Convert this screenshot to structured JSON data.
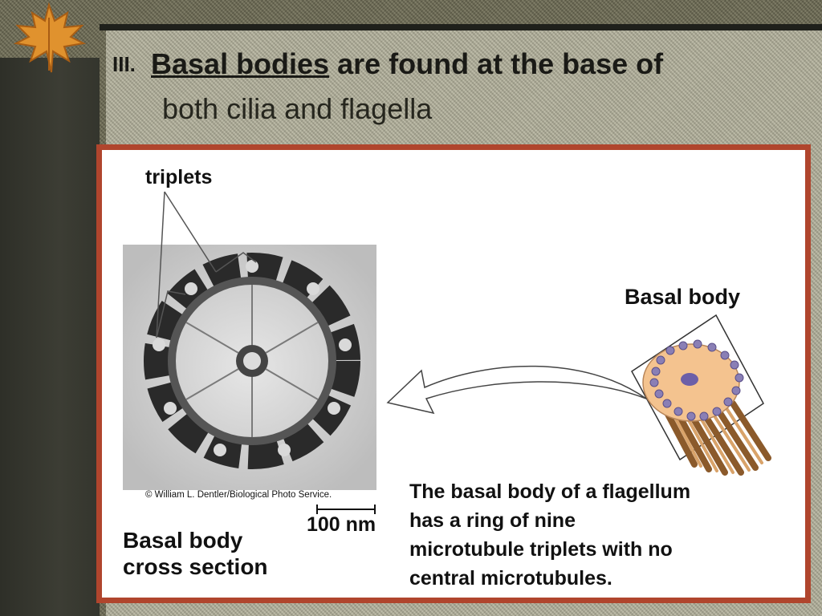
{
  "slide": {
    "bullet": "III.",
    "title_highlight": "Basal bodies",
    "title_rest": " are found at the base of",
    "title_line2": "both cilia and flagella"
  },
  "figure": {
    "label_triplets": "triplets",
    "label_basal_body": "Basal body",
    "photo_credit": "© William L. Dentler/Biological Photo Service.",
    "scale_bar": "100 nm",
    "caption_cross_section": [
      "Basal body",
      "cross section"
    ],
    "description": [
      "The basal body of a flagellum",
      "has a ring of nine",
      "microtubule triplets with no",
      "central microtubules."
    ]
  },
  "colors": {
    "frame_border": "#b0452d",
    "basal_body_fill": "#f4c38f",
    "microtubule_dots": "#8a7fb5"
  }
}
